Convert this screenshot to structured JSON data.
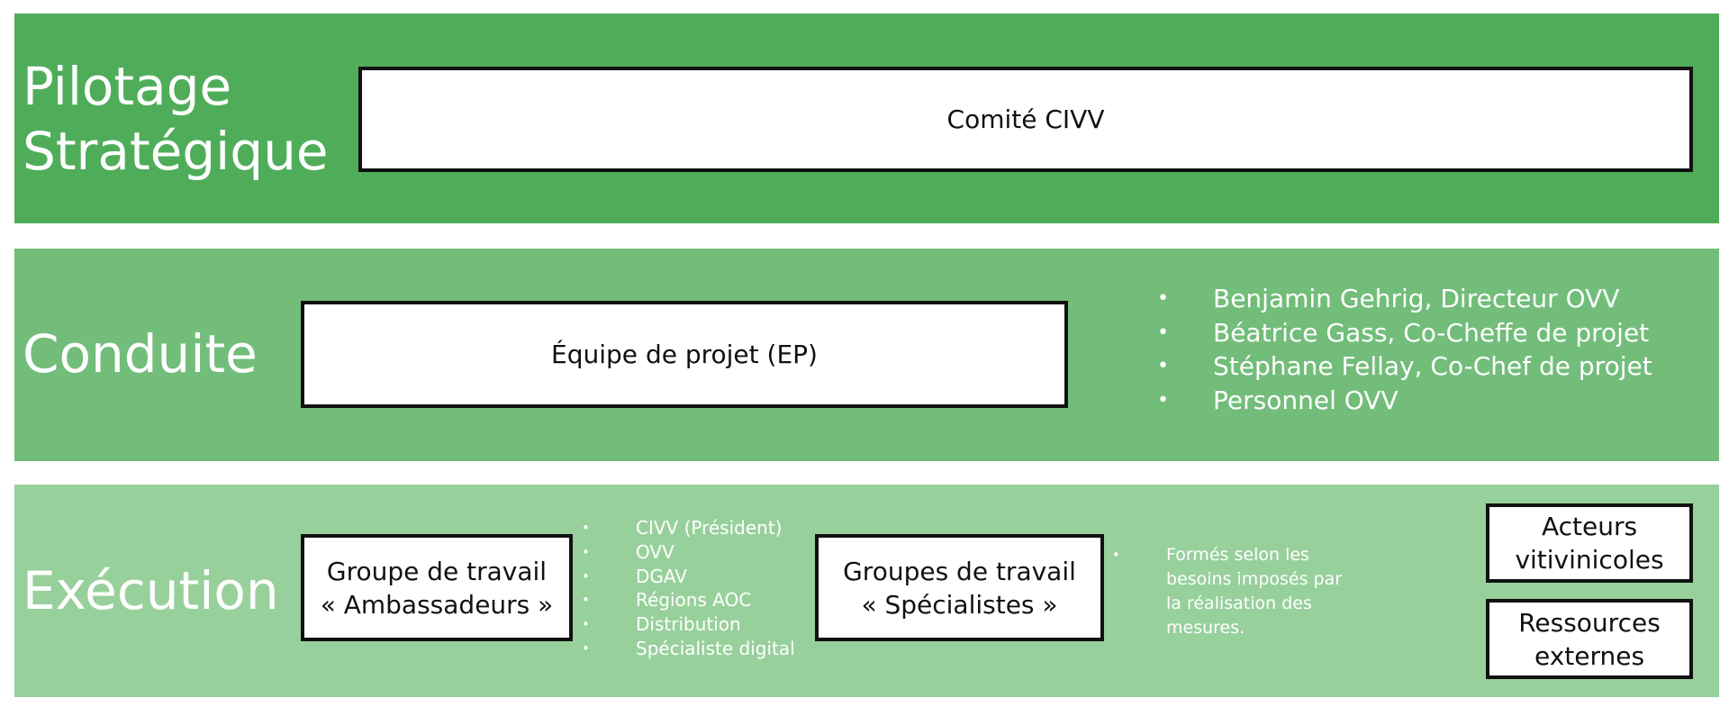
{
  "levels": {
    "pilotage": {
      "title": "Pilotage\nStratégique",
      "box": "Comité CIVV"
    },
    "conduite": {
      "title": "Conduite",
      "box": "Équipe de projet (EP)",
      "members": [
        "Benjamin Gehrig, Directeur OVV",
        "Béatrice Gass, Co-Cheffe de projet",
        "Stéphane Fellay, Co-Chef de projet",
        "Personnel OVV"
      ]
    },
    "execution": {
      "title": "Exécution",
      "ambassadeurs_box": "Groupe de travail\n« Ambassadeurs »",
      "ambassadeurs_members": [
        "CIVV (Président)",
        "OVV",
        "DGAV",
        "Régions AOC",
        "Distribution",
        "Spécialiste digital"
      ],
      "specialistes_box": "Groupes de travail\n« Spécialistes »",
      "specialistes_note": "Formés selon les\nbesoins imposés par\nla réalisation des\nmesures.",
      "acteurs_box": "Acteurs\nvitivinicoles",
      "ressources_box": "Ressources\nexternes"
    }
  },
  "colors": {
    "pilotage_band": "#4fad5a",
    "conduite_band": "#72bd7a",
    "execution_band": "#98d09c",
    "box_border": "#111111"
  }
}
